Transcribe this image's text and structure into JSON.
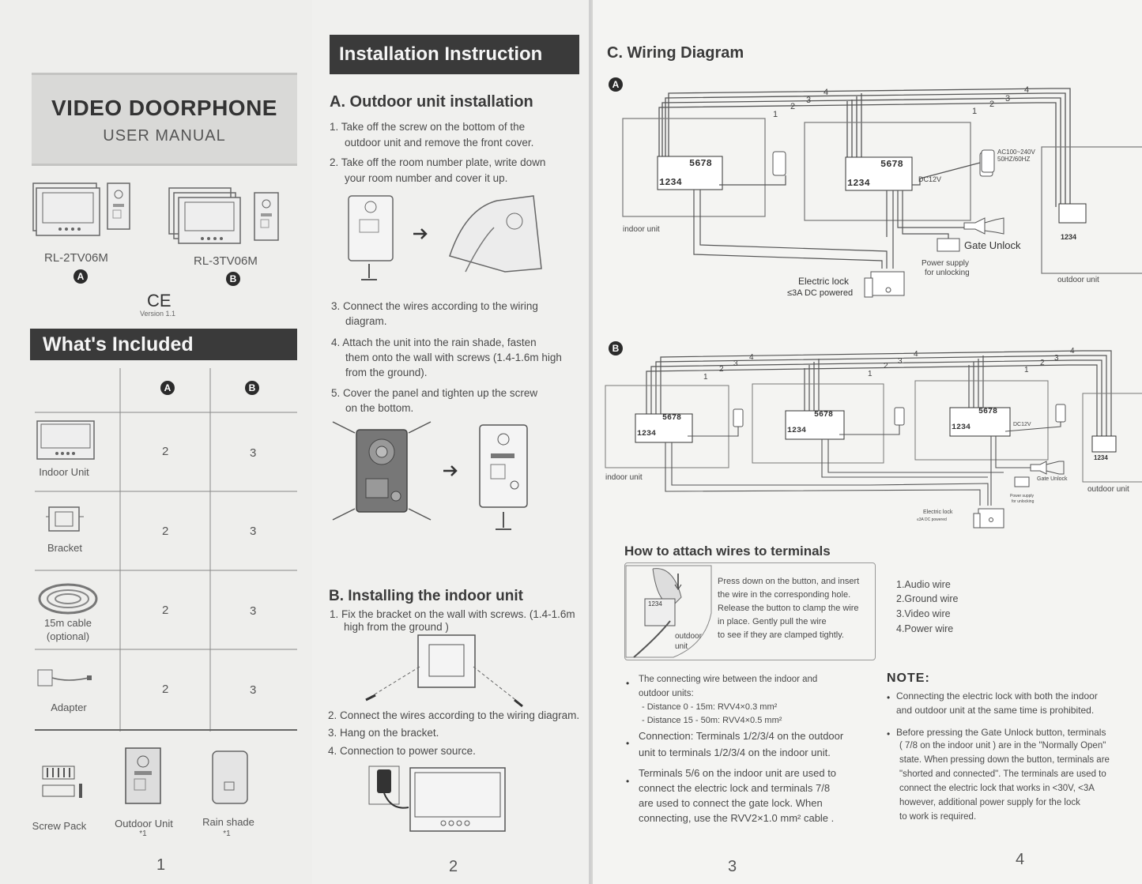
{
  "page1": {
    "title": "VIDEO DOORPHONE",
    "subtitle": "USER  MANUAL",
    "models": [
      {
        "name": "RL-2TV06M",
        "badge": "A"
      },
      {
        "name": "RL-3TV06M",
        "badge": "B"
      }
    ],
    "ce_mark": "CE",
    "version": "Version 1.1",
    "included_header": "What's Included",
    "table": {
      "col_a": "A",
      "col_b": "B",
      "rows": [
        {
          "label": "Indoor Unit",
          "a": "2",
          "b": "3"
        },
        {
          "label": "Bracket",
          "a": "2",
          "b": "3"
        },
        {
          "label": "15m cable",
          "label2": "(optional)",
          "a": "2",
          "b": "3"
        },
        {
          "label": "Adapter",
          "a": "2",
          "b": "3"
        }
      ]
    },
    "extras": [
      {
        "label": "Screw Pack",
        "qty": ""
      },
      {
        "label": "Outdoor Unit",
        "qty": "*1"
      },
      {
        "label": "Rain shade",
        "qty": "*1"
      }
    ],
    "page_number": "1"
  },
  "page2": {
    "header": "Installation Instruction",
    "section_a": "A. Outdoor unit installation",
    "steps_a": [
      "1. Take off the screw on the bottom of the",
      "outdoor unit and remove the front cover.",
      "2. Take off the room number plate, write down",
      "your room number and cover it up.",
      "3. Connect the wires according to the wiring",
      "diagram.",
      "4. Attach the unit into the rain shade, fasten",
      "them onto the wall with screws (1.4-1.6m high",
      "from the ground).",
      "5. Cover the panel and tighten up the screw",
      "on the bottom."
    ],
    "section_b": "B. Installing the indoor unit",
    "steps_b": [
      "1. Fix the bracket on the wall with screws. (1.4-1.6m",
      "high from the ground )",
      "2. Connect the wires according to the wiring diagram.",
      "3. Hang on the bracket.",
      "4. Connection to power source."
    ],
    "page_number": "2"
  },
  "page3": {
    "header": "C. Wiring Diagram",
    "diagram_a": {
      "badge": "A",
      "terminal_top": "5678",
      "terminal_bottom": "1234",
      "dc": "DC12V",
      "ac": "AC100~240V",
      "ac2": "50HZ/60HZ",
      "indoor": "indoor unit",
      "outdoor": "outdoor unit",
      "gate": "Gate Unlock",
      "power1": "Power supply",
      "power2": "for unlocking",
      "lock1": "Electric lock",
      "lock2": "≤3A DC powered",
      "w1": "1",
      "w2": "2",
      "w3": "3",
      "w4": "4"
    },
    "diagram_b": {
      "badge": "B",
      "indoor": "indoor unit",
      "outdoor": "outdoor unit",
      "gate": "Gate Unlock",
      "power1": "Power supply",
      "power2": "for unlocking",
      "lock1": "Electric lock",
      "lock2": "≤3A DC powered",
      "dc": "DC12V"
    },
    "attach_header": "How to attach wires to terminals",
    "attach_text": [
      "Press down on the button, and insert",
      "the wire in the corresponding hole.",
      "Release the button to clamp the wire",
      "in place. Gently pull the wire",
      "to see if they are clamped tightly."
    ],
    "attach_outdoor": "outdoor",
    "attach_unit": "unit",
    "attach_nums": "1234",
    "wires": [
      "1.Audio wire",
      "2.Ground wire",
      "3.Video wire",
      "4.Power wire"
    ],
    "bullets": [
      [
        "The connecting wire between the indoor and",
        "outdoor units:",
        "- Distance 0 - 15m: RVV4×0.3 mm²",
        "- Distance 15 - 50m: RVV4×0.5 mm²"
      ],
      [
        "Connection: Terminals 1/2/3/4 on the outdoor",
        "unit to terminals 1/2/3/4 on the indoor unit."
      ],
      [
        "Terminals 5/6 on the indoor unit are used to",
        "connect the electric lock and terminals 7/8",
        "are used to connect the gate lock. When",
        "connecting, use the RVV2×1.0 mm² cable ."
      ]
    ],
    "note_header": "NOTE:",
    "notes": [
      [
        "Connecting the electric lock with both the indoor",
        "and outdoor unit at the same time is prohibited."
      ],
      [
        "Before pressing the Gate Unlock button, terminals",
        "( 7/8 on the indoor unit ) are in the \"Normally Open\"",
        "state. When pressing down the button, terminals are",
        "\"shorted and connected\". The terminals are used to",
        "connect the electric lock that works in <30V, <3A",
        "however, additional power supply for the lock",
        "to work is required."
      ]
    ],
    "page_number_3": "3",
    "page_number_4": "4"
  }
}
